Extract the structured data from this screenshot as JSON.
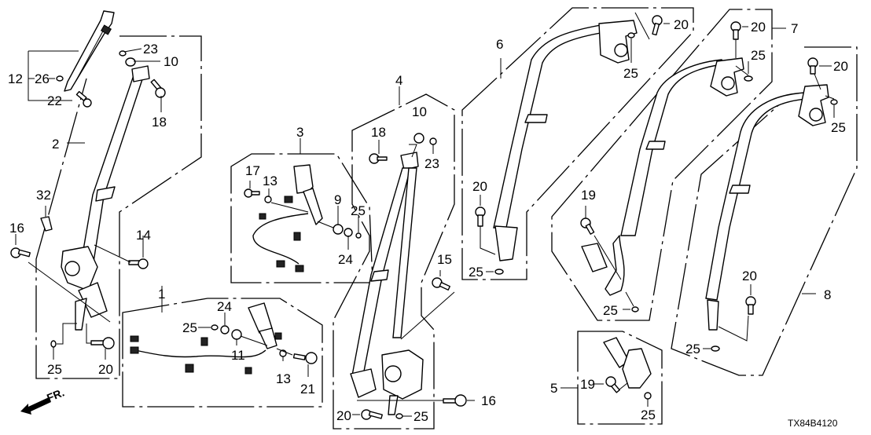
{
  "diagram": {
    "code": "TX84B4120",
    "front_indicator": "FR.",
    "assemblies": [
      {
        "id": "1",
        "label": "1"
      },
      {
        "id": "2",
        "label": "2"
      },
      {
        "id": "3",
        "label": "3"
      },
      {
        "id": "4",
        "label": "4"
      },
      {
        "id": "5",
        "label": "5"
      },
      {
        "id": "6",
        "label": "6"
      },
      {
        "id": "7",
        "label": "7"
      },
      {
        "id": "8",
        "label": "8"
      }
    ],
    "callouts": {
      "a2": {
        "c12": "12",
        "c26": "26",
        "c22": "22",
        "c23": "23",
        "c10": "10",
        "c18": "18",
        "c32": "32",
        "c16": "16",
        "c14": "14",
        "c25": "25",
        "c20": "20"
      },
      "a3": {
        "c17": "17",
        "c13": "13",
        "c9": "9",
        "c25": "25",
        "c24": "24"
      },
      "a1": {
        "c24": "24",
        "c25": "25",
        "c11": "11",
        "c13": "13",
        "c21": "21"
      },
      "a4": {
        "c18": "18",
        "c10": "10",
        "c23": "23",
        "c15": "15",
        "c16": "16",
        "c20": "20",
        "c25": "25"
      },
      "a6": {
        "c20a": "20",
        "c25a": "25",
        "c20b": "20",
        "c25b": "25"
      },
      "a7": {
        "c20": "20",
        "c25a": "25",
        "c19": "19",
        "c25b": "25"
      },
      "a8": {
        "c20a": "20",
        "c25a": "25",
        "c20b": "20",
        "c25b": "25"
      },
      "a5": {
        "c19": "19",
        "c25": "25"
      }
    }
  }
}
